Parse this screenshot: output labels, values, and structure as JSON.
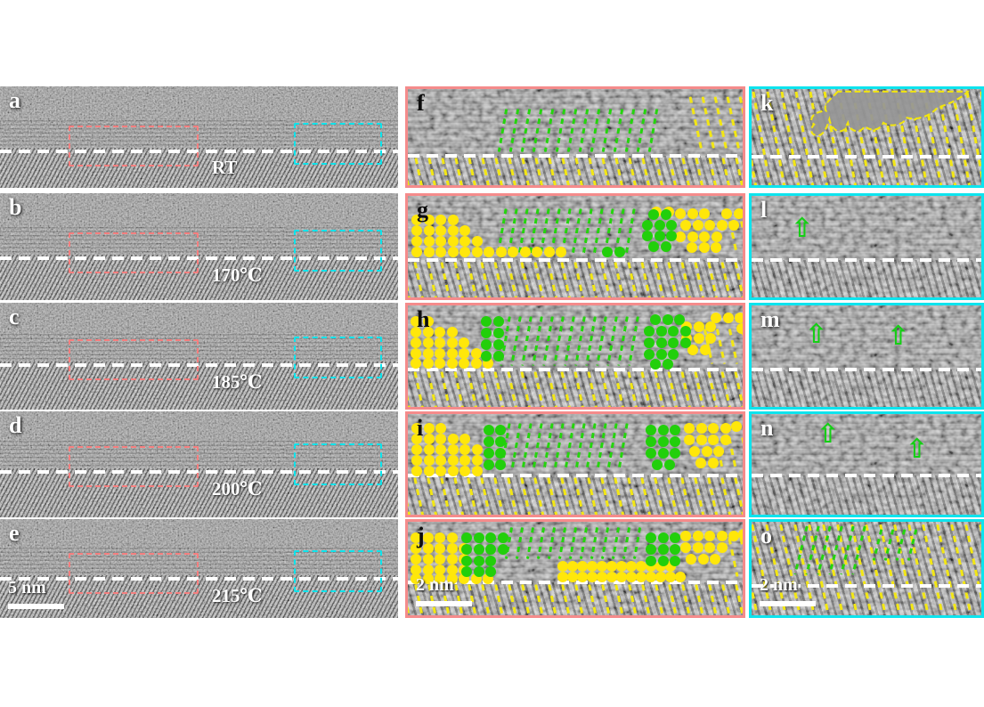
{
  "panels": {
    "a": {
      "label": "a",
      "temperature": "RT"
    },
    "b": {
      "label": "b",
      "temperature": "170℃"
    },
    "c": {
      "label": "c",
      "temperature": "185℃"
    },
    "d": {
      "label": "d",
      "temperature": "200℃"
    },
    "e": {
      "label": "e",
      "temperature": "215℃",
      "scale_bar_label": "5 nm"
    },
    "f": {
      "label": "f"
    },
    "g": {
      "label": "g"
    },
    "h": {
      "label": "h"
    },
    "i": {
      "label": "i"
    },
    "j": {
      "label": "j",
      "scale_bar_label": "2 nm"
    },
    "k": {
      "label": "k"
    },
    "l": {
      "label": "l"
    },
    "m": {
      "label": "m"
    },
    "n": {
      "label": "n"
    },
    "o": {
      "label": "o",
      "scale_bar_label": "2 nm"
    }
  },
  "icons": {
    "green_up_arrow": "⇧"
  },
  "colors": {
    "roi_box_pink": "#f57f7f",
    "roi_box_cyan": "#0ce4ec",
    "zoom_border_pink": "#f58b8b",
    "zoom_border_cyan": "#0de4ee",
    "annotation_green": "#22cf0b",
    "annotation_yellow": "#ffe70a",
    "interface_line": "#ffffff"
  }
}
